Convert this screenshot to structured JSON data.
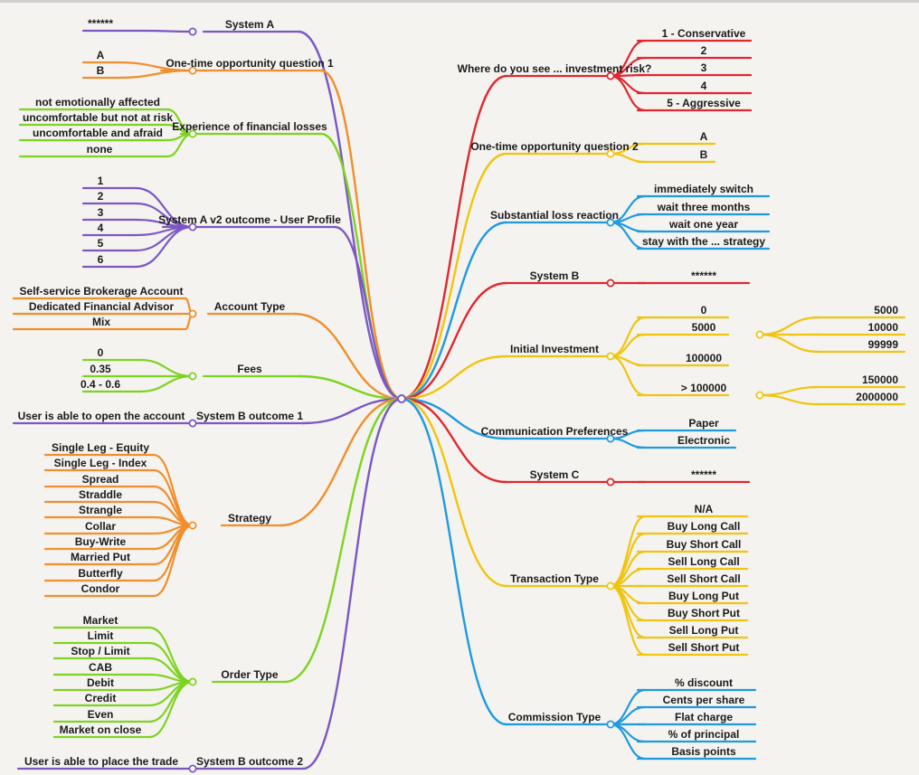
{
  "colors": {
    "purple": "#7c57c4",
    "orange": "#f28e2b",
    "green": "#7ed321",
    "red": "#e0282e",
    "yellow": "#f1c40f",
    "blue": "#1f9ae0",
    "background": "#f4f3f0"
  },
  "left_branches": [
    {
      "label": "System A",
      "color": "purple",
      "leaves": [
        "******"
      ]
    },
    {
      "label": "One-time opportunity question 1",
      "color": "orange",
      "leaves": [
        "A",
        "B"
      ]
    },
    {
      "label": "Experience of financial losses",
      "color": "green",
      "leaves": [
        "not emotionally affected",
        "uncomfortable but not at risk",
        "uncomfortable and afraid",
        "none"
      ]
    },
    {
      "label": "System A v2 outcome - User Profile",
      "color": "purple",
      "leaves": [
        "1",
        "2",
        "3",
        "4",
        "5",
        "6"
      ]
    },
    {
      "label": "Account Type",
      "color": "orange",
      "leaves": [
        "Self-service Brokerage Account",
        "Dedicated Financial Advisor",
        "Mix"
      ]
    },
    {
      "label": "Fees",
      "color": "green",
      "leaves": [
        "0",
        "0.35",
        "0.4 - 0.6"
      ]
    },
    {
      "label": "System B outcome 1",
      "color": "purple",
      "leaves": [
        "User is able to open the account"
      ]
    },
    {
      "label": "Strategy",
      "color": "orange",
      "leaves": [
        "Single Leg - Equity",
        "Single Leg - Index",
        "Spread",
        "Straddle",
        "Strangle",
        "Collar",
        "Buy-Write",
        "Married Put",
        "Butterfly",
        "Condor"
      ]
    },
    {
      "label": "Order Type",
      "color": "green",
      "leaves": [
        "Market",
        "Limit",
        "Stop / Limit",
        "CAB",
        "Debit",
        "Credit",
        "Even",
        "Market on close"
      ]
    },
    {
      "label": "System B outcome 2",
      "color": "purple",
      "leaves": [
        "User is able to place the trade"
      ]
    }
  ],
  "right_branches": [
    {
      "label": "Where do you see ... investment risk?",
      "color": "red",
      "leaves": [
        "1 - Conservative",
        "2",
        "3",
        "4",
        "5 - Aggressive"
      ]
    },
    {
      "label": "One-time opportunity question 2",
      "color": "yellow",
      "leaves": [
        "A",
        "B"
      ]
    },
    {
      "label": "Substantial loss reaction",
      "color": "blue",
      "leaves": [
        "immediately switch",
        "wait three months",
        "wait one year",
        "stay with the ... strategy"
      ]
    },
    {
      "label": "System B",
      "color": "red",
      "leaves": [
        "******"
      ]
    },
    {
      "label": "Initial Investment",
      "color": "yellow",
      "leaves": [
        "0",
        "5000",
        "100000",
        "> 100000"
      ],
      "sub": [
        {
          "parent": "5000",
          "leaves": [
            "5000",
            "10000",
            "99999"
          ]
        },
        {
          "parent": "> 100000",
          "leaves": [
            "150000",
            "2000000"
          ]
        }
      ]
    },
    {
      "label": "Communication Preferences",
      "color": "blue",
      "leaves": [
        "Paper",
        "Electronic"
      ]
    },
    {
      "label": "System C",
      "color": "red",
      "leaves": [
        "******"
      ]
    },
    {
      "label": "Transaction Type",
      "color": "yellow",
      "leaves": [
        "N/A",
        "Buy Long Call",
        "Buy Short Call",
        "Sell Long Call",
        "Sell Short Call",
        "Buy Long Put",
        "Buy Short Put",
        "Sell Long Put",
        "Sell Short Put"
      ]
    },
    {
      "label": "Commission Type",
      "color": "blue",
      "leaves": [
        "% discount",
        "Cents per share",
        "Flat charge",
        "% of principal",
        "Basis points"
      ]
    }
  ]
}
